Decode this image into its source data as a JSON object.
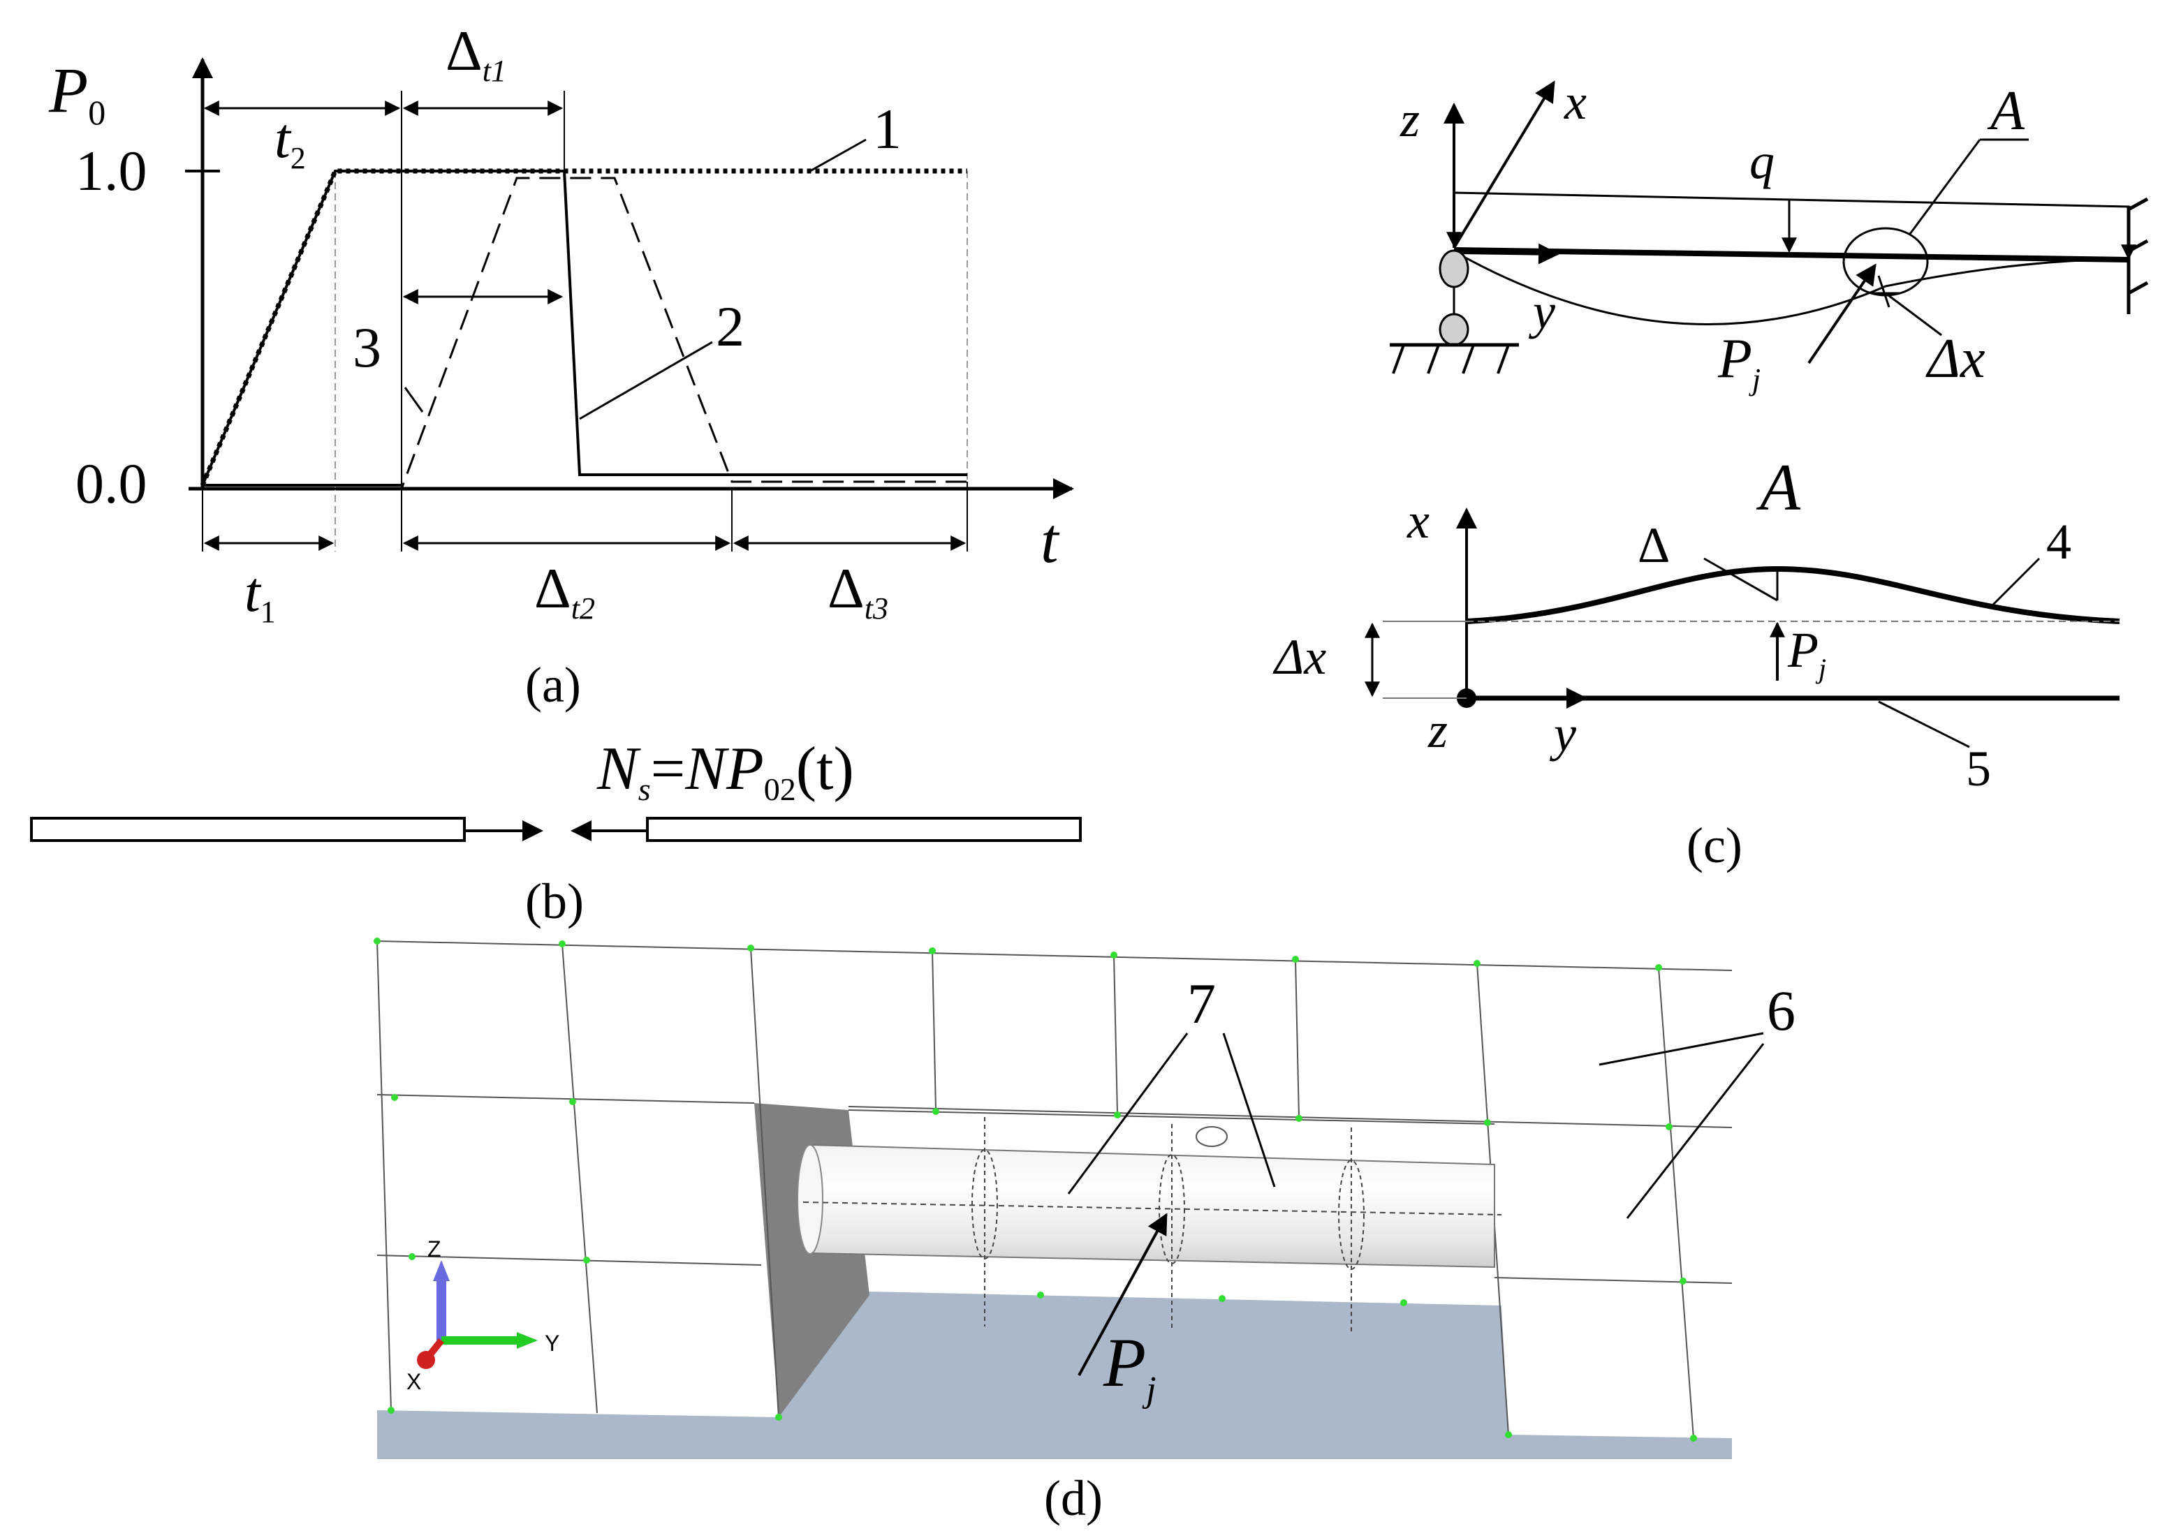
{
  "panels": {
    "a": {
      "caption": "(a)",
      "y_axis_label": "P",
      "y_axis_sub": "0",
      "x_axis_label": "t",
      "tick_top": "1.0",
      "tick_bottom": "0.0",
      "dim_t2": "t",
      "dim_t2_sub": "2",
      "dim_t1": "t",
      "dim_t1_sub": "1",
      "dim_dt1": "Δ",
      "dim_dt1_sub": "t1",
      "dim_dt2": "Δ",
      "dim_dt2_sub": "t2",
      "dim_dt3": "Δ",
      "dim_dt3_sub": "t3",
      "curve_1": "1",
      "curve_2": "2",
      "curve_3": "3"
    },
    "b": {
      "caption": "(b)",
      "force_N": "N",
      "force_s": "s",
      "force_eq": "=",
      "force_NP": "NP",
      "force_02": "02",
      "force_t": "(t)"
    },
    "c": {
      "caption": "(c)",
      "axis_z": "z",
      "axis_x": "x",
      "axis_y": "y",
      "load_q": "q",
      "detail_A": "A",
      "force_P": "P",
      "force_j": "j",
      "delta_x": "Δx",
      "detail_title": "A",
      "detail_axis_x": "x",
      "detail_axis_z": "z",
      "detail_axis_y": "y",
      "detail_delta": "Δ",
      "detail_P": "P",
      "detail_j": "j",
      "detail_delta_x": "Δx",
      "curve_4": "4",
      "curve_5": "5"
    },
    "d": {
      "caption": "(d)",
      "label_7": "7",
      "label_6": "6",
      "force_P": "P",
      "force_j": "j",
      "triad_z": "Z",
      "triad_y": "Y",
      "triad_x": "X"
    }
  },
  "colors": {
    "ink": "#000000",
    "ground": "#aab8c9",
    "dark_face": "#808080",
    "mesh_node": "#33dd33",
    "triad_z": "#6a6ae0",
    "triad_y": "#22cc22",
    "triad_x": "#d02020"
  }
}
